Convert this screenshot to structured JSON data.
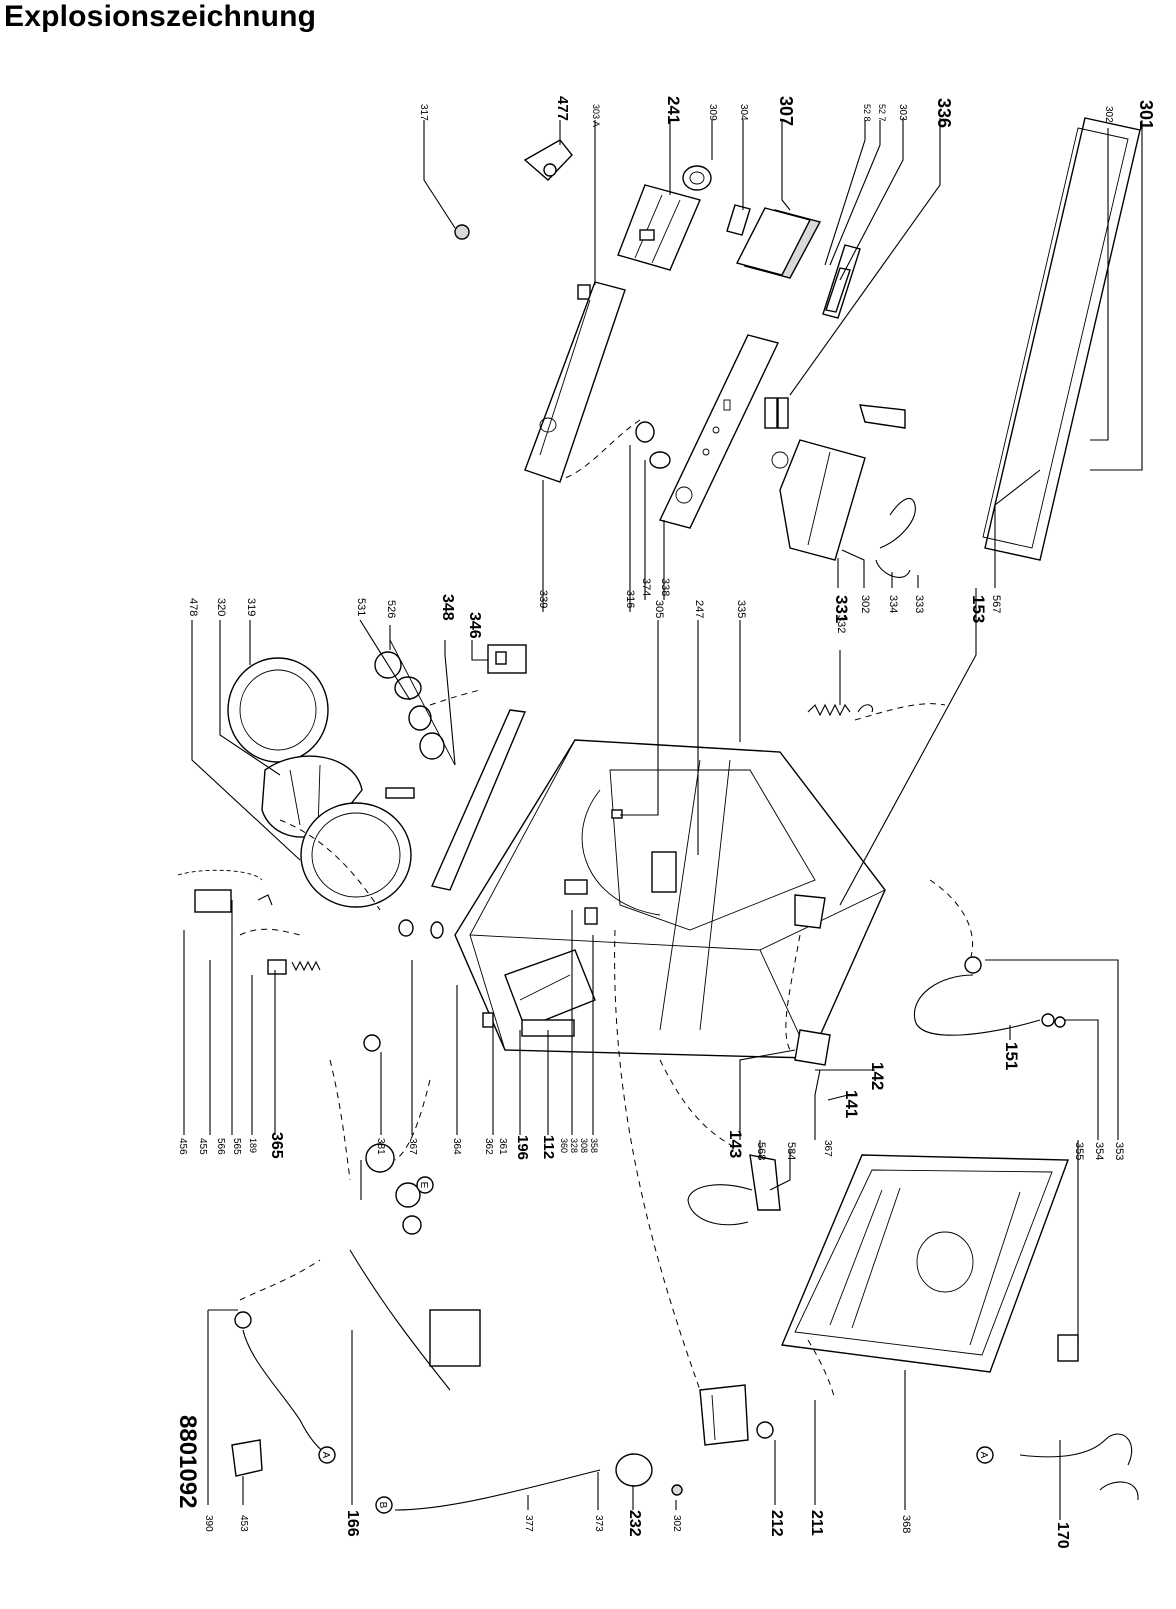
{
  "title": "Explosionszeichnung",
  "doc_number": "8801092",
  "callouts": {
    "c301": "301",
    "c302a": "302",
    "c336": "336",
    "c303": "303",
    "c527": "52 7",
    "c528": "52 8",
    "c307": "307",
    "c304": "304",
    "c309": "309",
    "c241": "241",
    "c303a": "303 A",
    "c477": "477",
    "c317": "317",
    "c567": "567",
    "c153": "153",
    "c333": "333",
    "c334": "334",
    "c302b": "302",
    "c331": "331",
    "c332": "332",
    "c335": "335",
    "c247": "247",
    "c305": "305",
    "c338": "338",
    "c374": "374",
    "c316": "316",
    "c339": "339",
    "c346": "346",
    "c348": "348",
    "c526": "526",
    "c531": "531",
    "c319": "319",
    "c320": "320",
    "c478": "478",
    "c353": "353",
    "c354": "354",
    "c355": "355",
    "c151": "151",
    "c142": "142",
    "c141": "141",
    "c367a": "367",
    "c143": "143",
    "c584": "584",
    "c568": "568",
    "c358": "358",
    "c308": "308",
    "c328": "328",
    "c360": "360",
    "c112": "112",
    "c196": "196",
    "c361": "361",
    "c362": "362",
    "c364": "364",
    "c367b": "367",
    "c381": "381",
    "c365": "365",
    "c189": "189",
    "c565": "565",
    "c566": "566",
    "c455": "455",
    "c456": "456",
    "c170": "170",
    "c368": "368",
    "c211": "211",
    "c212": "212",
    "c302c": "302",
    "c232": "232",
    "c373": "373",
    "c377": "377",
    "c166": "166",
    "c453": "453",
    "c390": "390",
    "mA1": "A",
    "mA2": "A",
    "mB": "B",
    "mE": "E"
  }
}
